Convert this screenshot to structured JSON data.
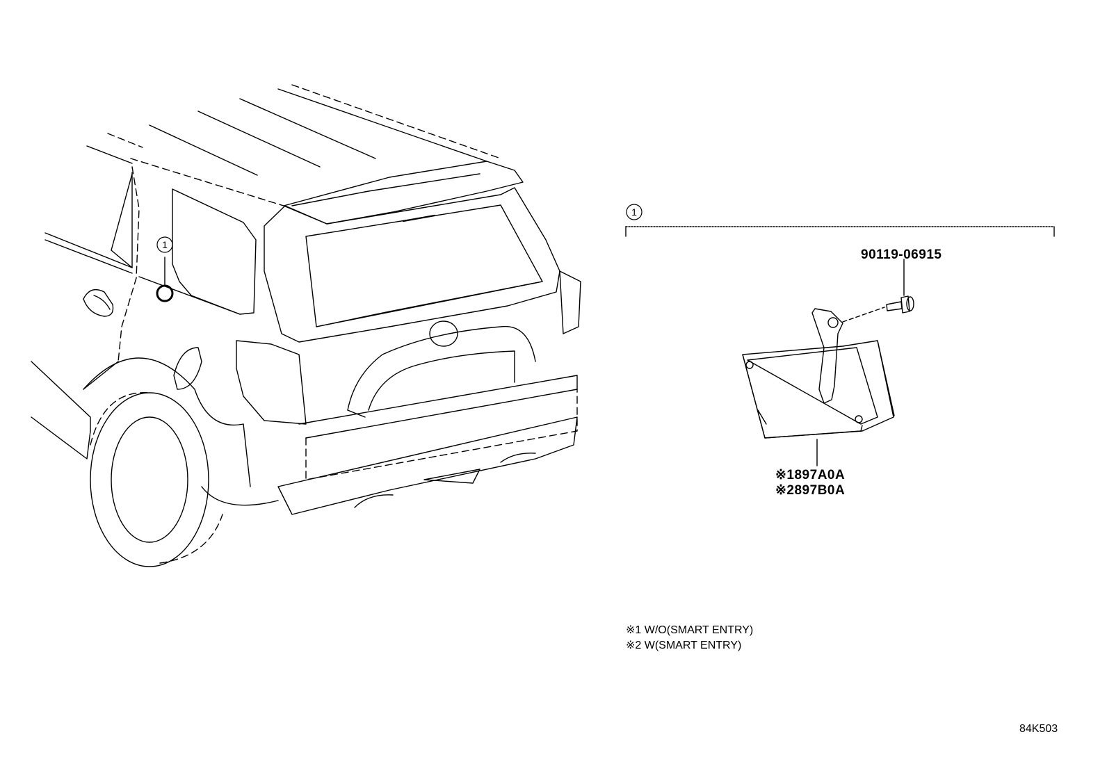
{
  "callouts": {
    "ref_1": "1"
  },
  "parts": {
    "bolt_number": "90119-06915",
    "module_number_1": "※1897A0A",
    "module_number_2": "※2897B0A"
  },
  "notes": [
    {
      "text": "※1 W/O(SMART ENTRY)"
    },
    {
      "text": "※2 W(SMART ENTRY)"
    }
  ],
  "figure_code": "84K503"
}
